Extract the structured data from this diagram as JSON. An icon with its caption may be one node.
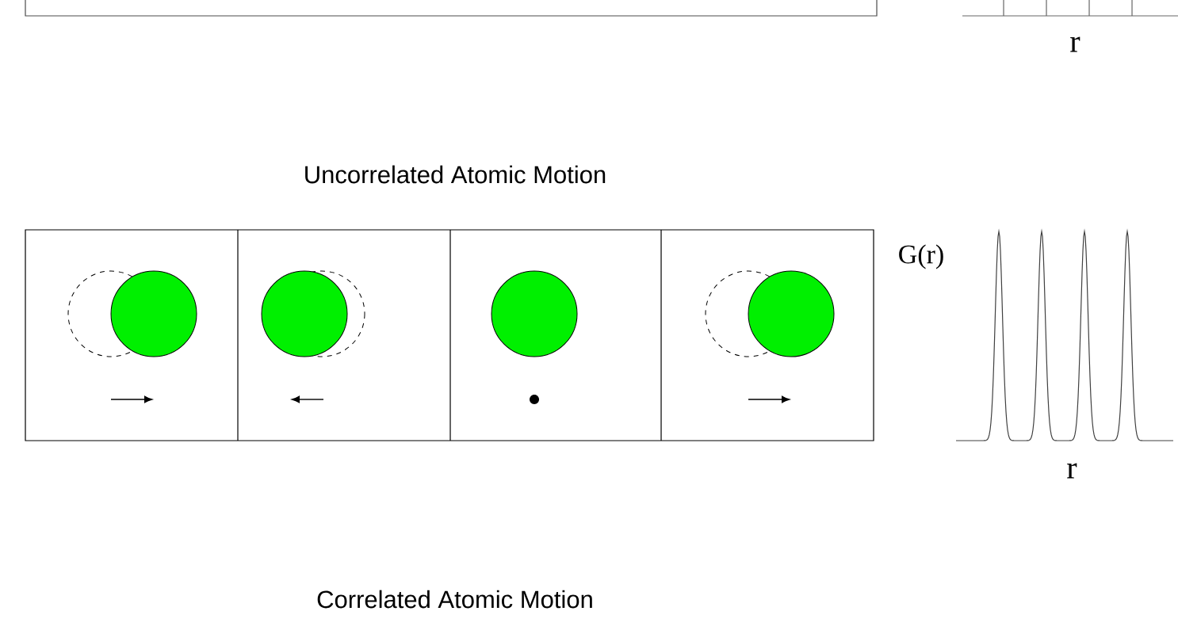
{
  "diagram": {
    "labels": [
      "r",
      "Uncorrelated Atomic Motion",
      "G(r)",
      "r",
      "Correlated Atomic Motion"
    ]
  }
}
